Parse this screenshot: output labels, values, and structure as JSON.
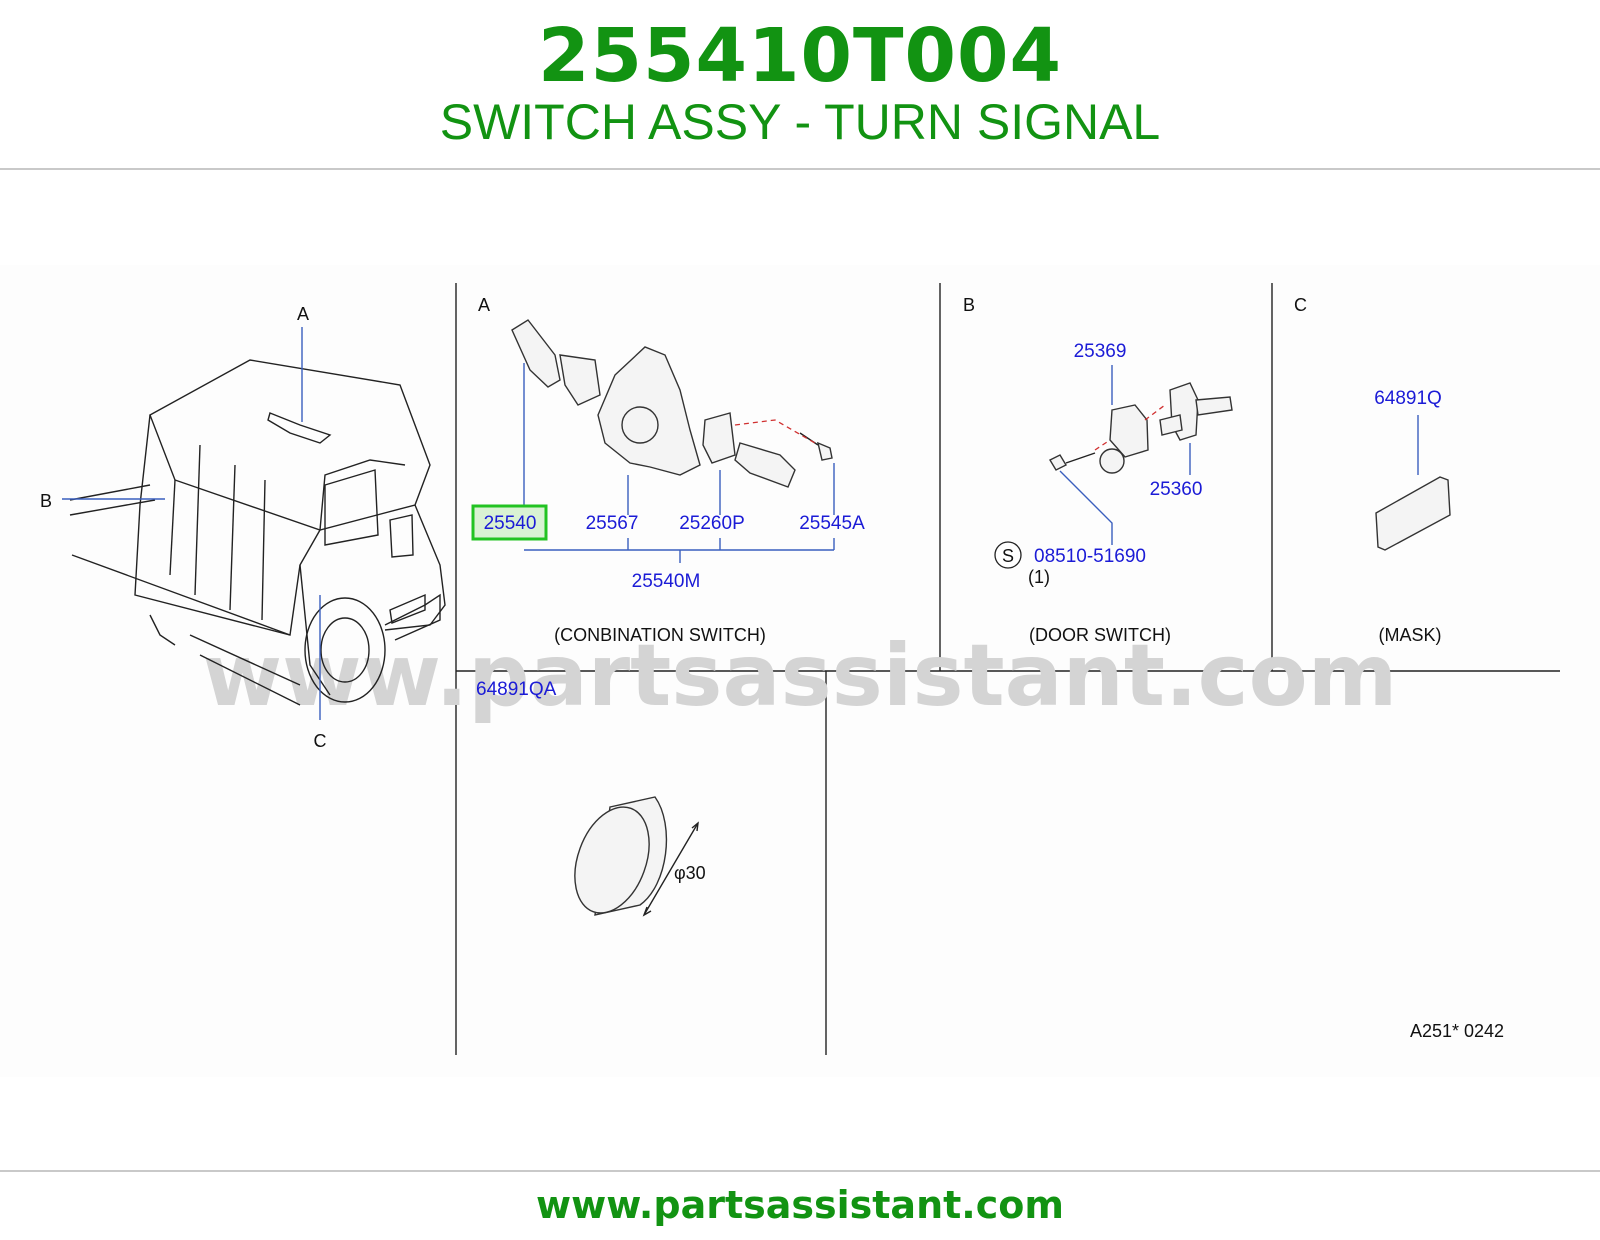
{
  "header": {
    "part_number": "255410T004",
    "part_name": "SWITCH ASSY - TURN SIGNAL"
  },
  "diagram": {
    "watermark": "www.partsassistant.com",
    "overview": {
      "callout_a": "A",
      "callout_b": "B",
      "callout_c": "C"
    },
    "panel_a": {
      "letter": "A",
      "highlighted_part": "25540",
      "parts": [
        "25567",
        "25260P",
        "25545A"
      ],
      "assembly": "25540M",
      "caption": "(CONBINATION  SWITCH)"
    },
    "panel_b": {
      "letter": "B",
      "parts": [
        "25369",
        "25360",
        "08510-51690"
      ],
      "standard_mark": "S",
      "quantity": "(1)",
      "caption": "(DOOR  SWITCH)"
    },
    "panel_c": {
      "letter": "C",
      "part": "64891Q",
      "caption": "(MASK)"
    },
    "panel_d": {
      "part": "64891QA",
      "dimension": "φ30"
    },
    "drawing_code": "A251*   0242"
  },
  "footer": {
    "url": "www.partsassistant.com"
  },
  "colors": {
    "brand_green": "#129312",
    "part_blue": "#1b1bd6",
    "highlight_green": "#22c322"
  }
}
